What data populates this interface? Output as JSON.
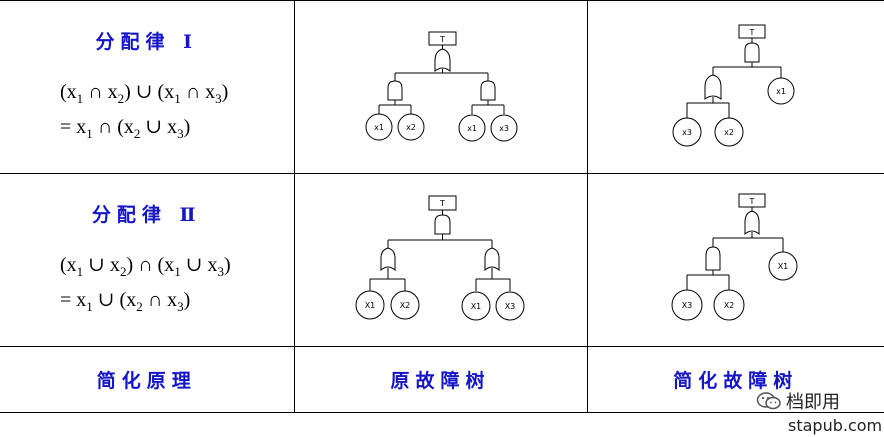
{
  "rows": [
    {
      "title": "分配律 Ⅰ",
      "formula_line1": [
        "(x",
        "1",
        " ∩ x",
        "2",
        ") ∪ (x",
        "1",
        " ∩ x",
        "3",
        ")"
      ],
      "formula_line2": [
        "= x",
        "1",
        " ∩ (x",
        "2",
        " ∪ x",
        "3",
        ")"
      ]
    },
    {
      "title": "分配律 Ⅱ",
      "formula_line1": [
        "(x",
        "1",
        " ∪ x",
        "2",
        ") ∩ (x",
        "1",
        " ∪ x",
        "3",
        ")"
      ],
      "formula_line2": [
        "= x",
        "1",
        " ∪ (x",
        "2",
        " ∩ x",
        "3",
        ")"
      ]
    }
  ],
  "footer": {
    "col1": "简化原理",
    "col2": "原故障树",
    "col3": "简化故障树"
  },
  "trees": {
    "r1_original": {
      "top": "T",
      "leaves": [
        "x1",
        "x2",
        "x1",
        "x3"
      ]
    },
    "r1_simplified": {
      "top": "T",
      "leaves": [
        "x3",
        "x2",
        "x1"
      ]
    },
    "r2_original": {
      "top": "T",
      "leaves": [
        "X1",
        "X2",
        "X1",
        "X3"
      ]
    },
    "r2_simplified": {
      "top": "T",
      "leaves": [
        "X3",
        "X2",
        "X1"
      ]
    }
  },
  "watermark": {
    "text": "档即用",
    "site": "stapub.com"
  }
}
